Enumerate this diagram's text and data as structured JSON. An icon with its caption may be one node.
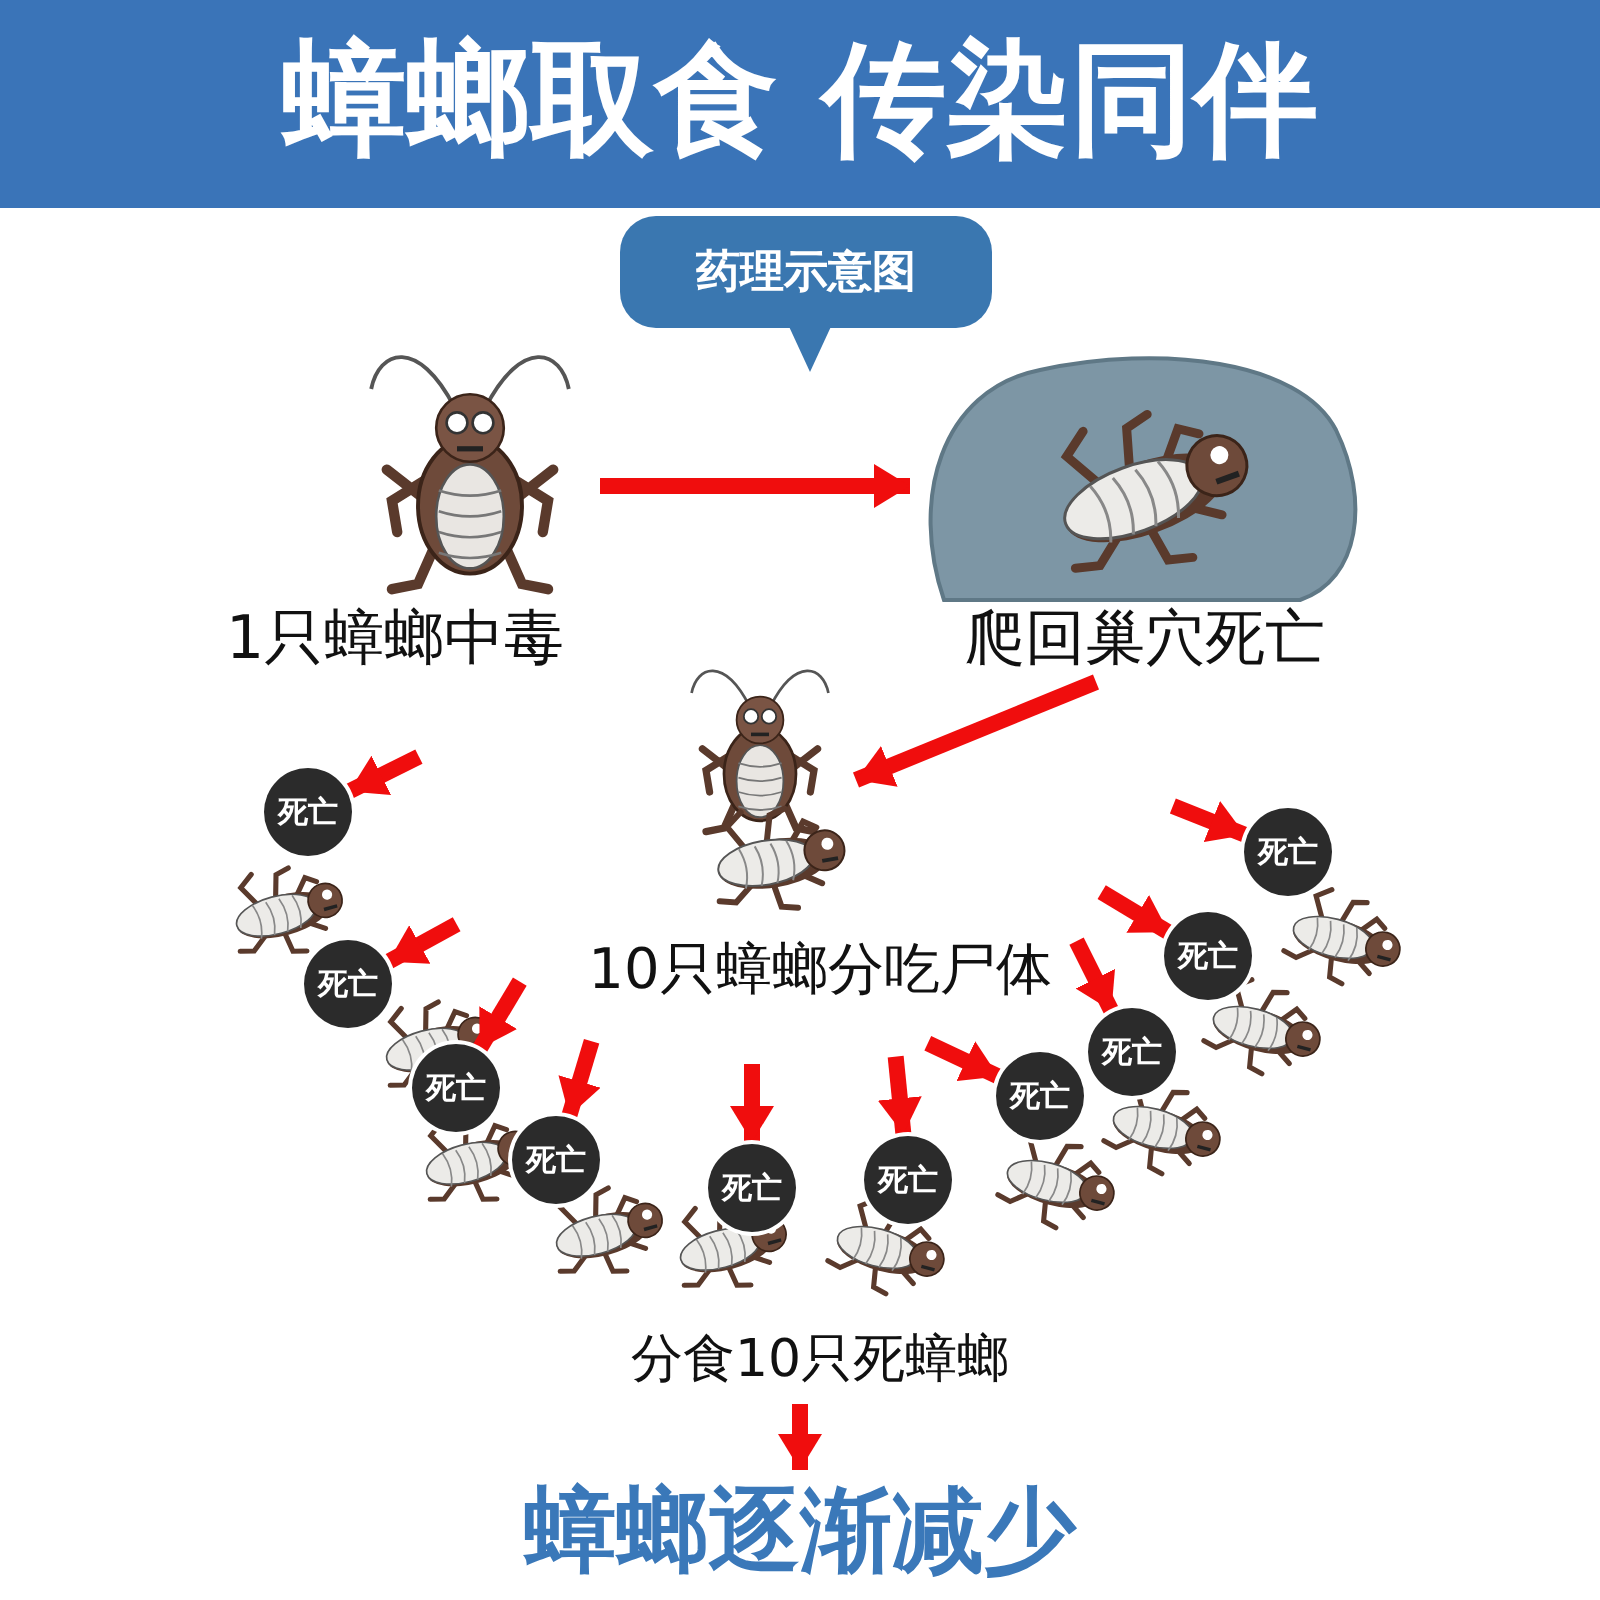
{
  "diagram": {
    "title": "蟑螂取食 传染同伴",
    "nodes": [
      {
        "text": [
          "药理示意图"
        ]
      },
      {
        "text": [
          "1只蟑螂中毒"
        ]
      },
      {
        "text": [
          "爬回巢穴死亡"
        ]
      },
      {
        "text": [
          "10只蟑螂分吃尸体"
        ]
      },
      {
        "text": [
          "死亡"
        ]
      },
      {
        "text": [
          "死亡"
        ]
      },
      {
        "text": [
          "死亡"
        ]
      },
      {
        "text": [
          "死亡"
        ]
      },
      {
        "text": [
          "死亡"
        ]
      },
      {
        "text": [
          "死亡"
        ]
      },
      {
        "text": [
          "死亡"
        ]
      },
      {
        "text": [
          "死亡"
        ]
      },
      {
        "text": [
          "死亡"
        ]
      },
      {
        "text": [
          "死亡"
        ]
      },
      {
        "text": [
          "分食10只死蟑螂"
        ]
      },
      {
        "text": [
          "蟑螂逐渐减少"
        ]
      }
    ],
    "edges": [
      {
        "from": 1,
        "to": 2,
        "arrow": "to"
      },
      {
        "from": 2,
        "to": 3,
        "arrow": "to"
      },
      {
        "from": null,
        "to": 4,
        "arrow": "to"
      },
      {
        "from": null,
        "to": 5,
        "arrow": "to"
      },
      {
        "from": null,
        "to": 6,
        "arrow": "to"
      },
      {
        "from": null,
        "to": 7,
        "arrow": "to"
      },
      {
        "from": null,
        "to": 8,
        "arrow": "to"
      },
      {
        "from": null,
        "to": 9,
        "arrow": "to"
      },
      {
        "from": null,
        "to": 10,
        "arrow": "to"
      },
      {
        "from": null,
        "to": 11,
        "arrow": "to"
      },
      {
        "from": null,
        "to": 12,
        "arrow": "to"
      },
      {
        "from": null,
        "to": 13,
        "arrow": "to"
      },
      {
        "from": 14,
        "to": 15,
        "arrow": "to"
      }
    ]
  }
}
